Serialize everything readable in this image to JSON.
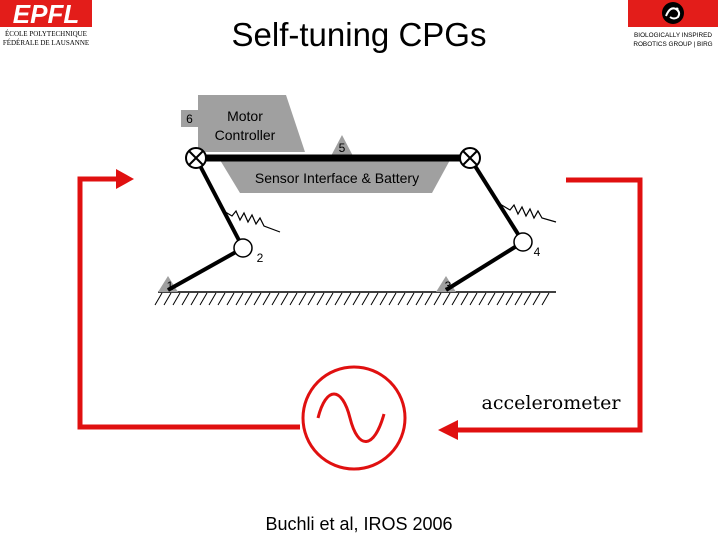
{
  "slide": {
    "title": "Self-tuning CPGs",
    "citation": "Buchli et al, IROS 2006"
  },
  "logos": {
    "left": {
      "mark": "EPFL",
      "line1": "ÉCOLE POLYTECHNIQUE",
      "line2": "FÉDÉRALE DE LAUSANNE"
    },
    "right": {
      "line1": "BIOLOGICALLY INSPIRED",
      "line2": "ROBOTICS GROUP | BIRG"
    }
  },
  "diagram": {
    "motor_label_line1": "Motor",
    "motor_label_line2": "Controller",
    "body_label": "Sensor Interface & Battery",
    "joint_numbers": {
      "n1": "1",
      "n2": "2",
      "n3": "3",
      "n4": "4",
      "n5": "5",
      "n6": "6"
    },
    "sensor_label": "accelerometer",
    "colors": {
      "feedback_arrow": "#e01010",
      "oscillator": "#e01010",
      "robot_body": "#a0a0a0",
      "robot_lines": "#000000"
    }
  }
}
